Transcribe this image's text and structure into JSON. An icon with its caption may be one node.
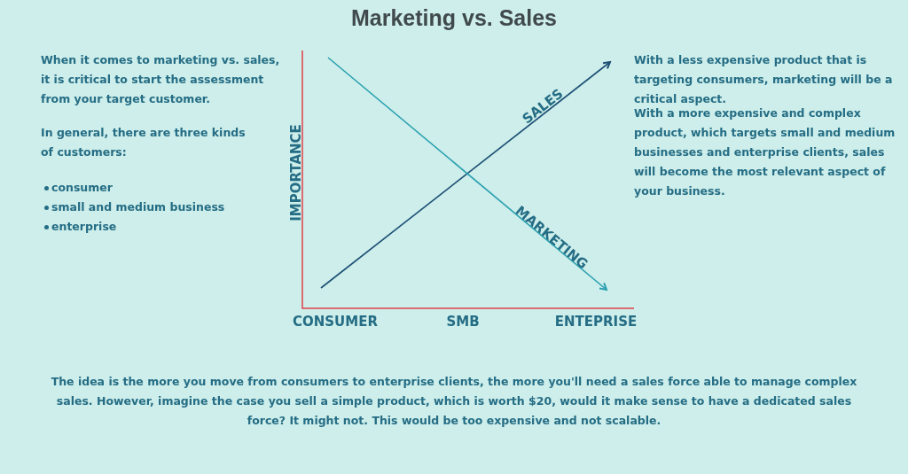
{
  "diagram": {
    "title": "Marketing vs. Sales",
    "labels": [
      "When it comes to marketing vs. sales, it is critical to start the assessment from your target customer.",
      "In general, there are three kinds of customers:",
      "consumer",
      "small and medium business",
      "enterprise",
      "With a less expensive product that is targeting consumers, marketing will be a critical aspect.",
      "With a more expensive and complex product, which targets small and medium businesses and enterprise clients, sales will become the most relevant aspect of your business.",
      "IMPORTANCE",
      "SALES",
      "MARKETING",
      "CONSUMER",
      "SMB",
      "ENTEPRISE",
      "The idea is the more you move from consumers to enterprise clients, the more you'll need a sales force able to manage complex sales. However, imagine the case you sell a simple product, which is worth $20, would it make sense to have a dedicated sales force? It might not. This would be too expensive and not scalable."
    ]
  }
}
